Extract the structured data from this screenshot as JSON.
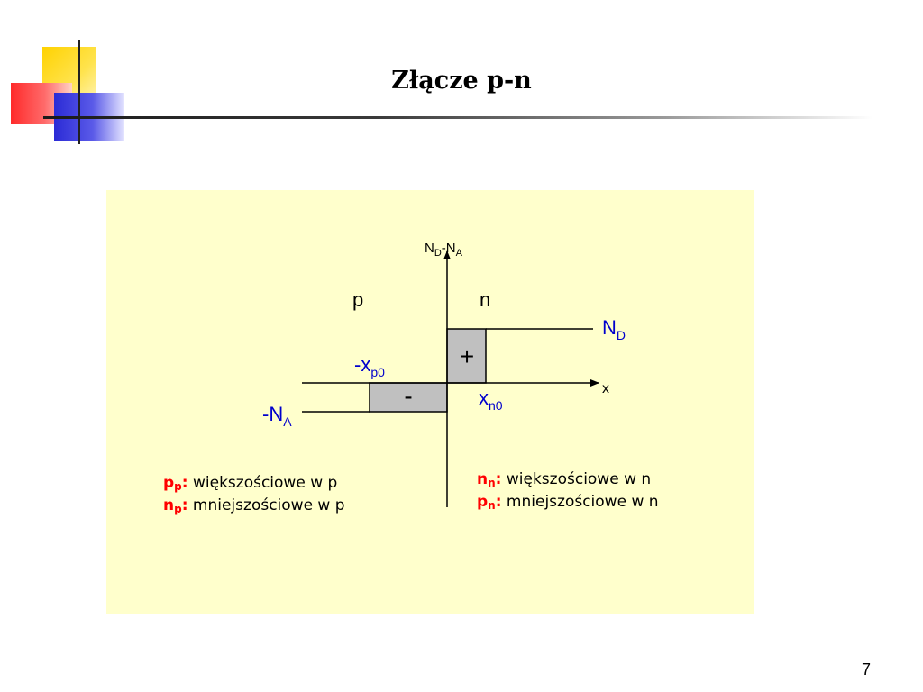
{
  "title": "Złącze p-n",
  "page_number": "7",
  "colors": {
    "panel_background": "#ffffcc",
    "box_fill": "#c0c0c0",
    "label_blue": "#0000cc",
    "symbol_red": "#ff0000"
  },
  "diagram": {
    "y_axis_label": {
      "main": "N",
      "sub": "D",
      "mid": "-N",
      "sub2": "A"
    },
    "x_axis_label": "x",
    "region_p": "p",
    "region_n": "n",
    "nd_label": {
      "main": "N",
      "sub": "D"
    },
    "na_label": {
      "main": "-N",
      "sub": "A"
    },
    "xp0_label": {
      "main": "-x",
      "sub": "p0"
    },
    "xn0_label": {
      "main": "x",
      "sub": "n0"
    },
    "plus_sign": "+",
    "minus_sign": "-"
  },
  "legend_p": [
    {
      "symbol": "p",
      "sub": "p",
      "colon": ":",
      "text": " większościowe w p"
    },
    {
      "symbol": "n",
      "sub": "p",
      "colon": ":",
      "text": " mniejszościowe w p"
    }
  ],
  "legend_n": [
    {
      "symbol": "n",
      "sub": "n",
      "colon": ":",
      "text": " większościowe w n"
    },
    {
      "symbol": "p",
      "sub": "n",
      "colon": ":",
      "text": " mniejszościowe w n"
    }
  ]
}
